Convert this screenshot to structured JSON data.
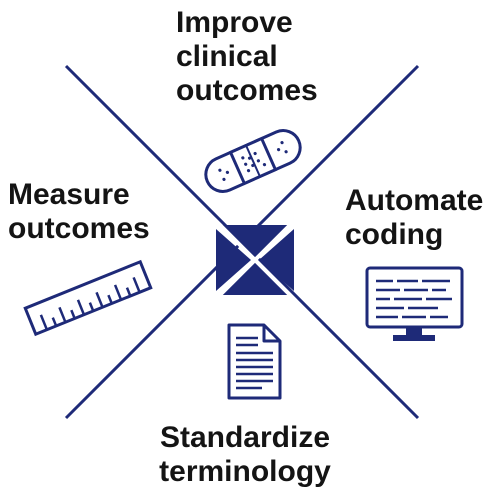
{
  "colors": {
    "accent": "#1e2a78",
    "text": "#141414",
    "background": "#ffffff"
  },
  "quadrants": {
    "top": {
      "lines": [
        "Improve",
        "clinical",
        "outcomes"
      ],
      "icon": "bandage-icon"
    },
    "left": {
      "lines": [
        "Measure",
        "outcomes"
      ],
      "icon": "ruler-icon"
    },
    "right": {
      "lines": [
        "Automate",
        "coding"
      ],
      "icon": "monitor-icon"
    },
    "bottom": {
      "lines": [
        "Standardize",
        "terminology"
      ],
      "icon": "document-icon"
    }
  },
  "center": {
    "icon": "logo-mark-icon"
  }
}
